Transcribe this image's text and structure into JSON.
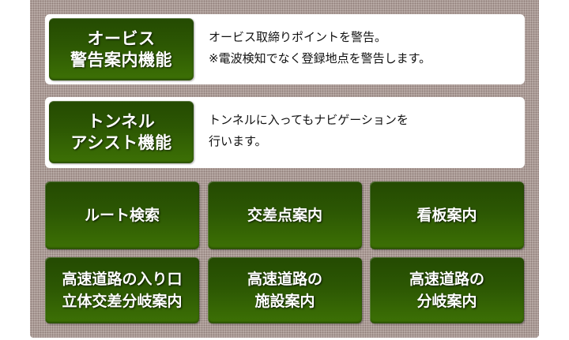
{
  "features": [
    {
      "title_lines": [
        "オービス",
        "警告案内機能"
      ],
      "description_lines": [
        "オービス取締りポイントを警告。",
        "※電波検知でなく登録地点を警告します。"
      ]
    },
    {
      "title_lines": [
        "トンネル",
        "アシスト機能"
      ],
      "description_lines": [
        "トンネルに入ってもナビゲーションを",
        "行います。"
      ]
    }
  ],
  "buttons": [
    {
      "lines": [
        "ルート検索"
      ]
    },
    {
      "lines": [
        "交差点案内"
      ]
    },
    {
      "lines": [
        "看板案内"
      ]
    },
    {
      "lines": [
        "高速道路の入り口",
        "立体交差分岐案内"
      ]
    },
    {
      "lines": [
        "高速道路の",
        "施設案内"
      ]
    },
    {
      "lines": [
        "高速道路の",
        "分岐案内"
      ]
    }
  ],
  "colors": {
    "panel_bg": "#b8aaa5",
    "button_green_top": "#244a02",
    "button_green_bottom": "#3d7105",
    "card_bg": "#ffffff",
    "text_dark": "#111111"
  }
}
